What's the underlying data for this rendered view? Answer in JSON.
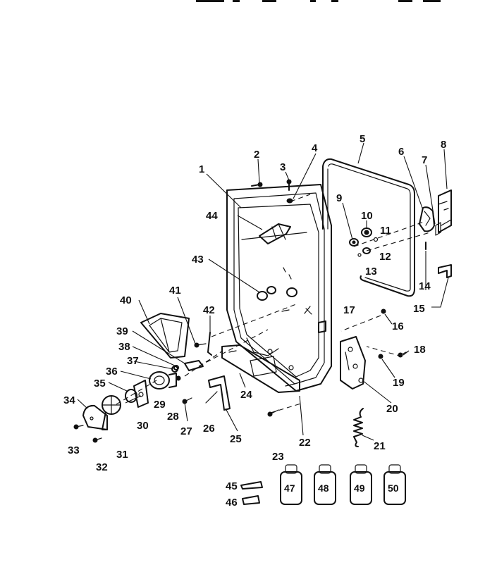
{
  "header_fragment": "▬▬ ▬ ▬ ▬ ▬ ▬ ▬",
  "callouts": {
    "n1": "1",
    "n2": "2",
    "n3": "3",
    "n4": "4",
    "n5": "5",
    "n6": "6",
    "n7": "7",
    "n8": "8",
    "n9": "9",
    "n10": "10",
    "n11": "11",
    "n12": "12",
    "n13": "13",
    "n14": "14",
    "n15": "15",
    "n16": "16",
    "n17": "17",
    "n18": "18",
    "n19": "19",
    "n20": "20",
    "n21": "21",
    "n22": "22",
    "n23": "23",
    "n24": "24",
    "n25": "25",
    "n26": "26",
    "n27": "27",
    "n28": "28",
    "n29": "29",
    "n30": "30",
    "n31": "31",
    "n32": "32",
    "n33": "33",
    "n34": "34",
    "n35": "35",
    "n36": "36",
    "n37": "37",
    "n38": "38",
    "n39": "39",
    "n40": "40",
    "n41": "41",
    "n42": "42",
    "n43": "43",
    "n44": "44",
    "n45": "45",
    "n46": "46",
    "n47": "47",
    "n48": "48",
    "n49": "49",
    "n50": "50"
  }
}
